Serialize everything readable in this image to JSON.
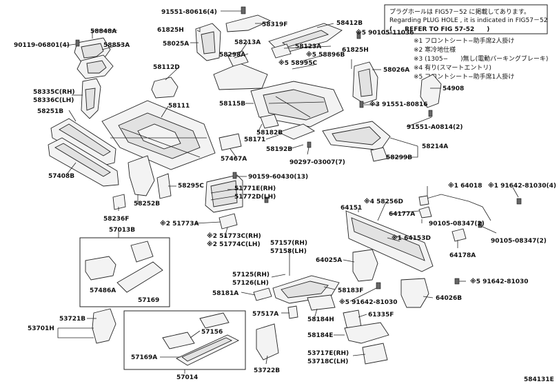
{
  "figure_code": "584131E",
  "notice": {
    "line1": "プラグホールは FIG57－52 に掲載してあります。",
    "line2": "Regarding PLUG HOLE , it is indicated in FIG57－52",
    "line3": "(　　REFER TO FIG 57-52　　)"
  },
  "legend": [
    "※1 フロントシート−助手席2人掛け",
    "※2 寒冷地仕様",
    "※3 (1305−　　)無し(電動パーキングブレーキ)",
    "※4 有り(スマートエントリ)",
    "※5 フロントシート−助手席1人掛け"
  ],
  "group_labels": {
    "box1": "57013B",
    "box2": "57014"
  },
  "parts": {
    "p58848A": "58848A",
    "p90119": "90119-06801(4)",
    "p58853A": "58853A",
    "p58335C": "58335C(RH)",
    "p58336C": "58336C(LH)",
    "p58251B": "58251B",
    "p57408B": "57408B",
    "p58236F": "58236F",
    "p58252B": "58252B",
    "p58295C": "58295C",
    "p91551_80616": "91551-80616(4)",
    "p61825H_a": "61825H",
    "p58025A": "58025A",
    "p58319F": "58319F",
    "p58213A": "58213A",
    "p58298A": "58298A",
    "p58112D": "58112D",
    "p58111": "58111",
    "p58412B": "58412B",
    "p90105_11036": "※5 90105-11036",
    "p58123A": "58123A",
    "p58896B": "※5 58896B",
    "p58995C": "※5 58995C",
    "p61825H_b": "61825H",
    "p58026A": "58026A",
    "p54908": "54908",
    "p58115B": "58115B",
    "p91551_80816": "※3 91551-80816",
    "p91551_A0814": "91551-A0814(2)",
    "p58182B": "58182B",
    "p58171": "58171",
    "p58192B": "58192B",
    "p90297": "90297-03007(7)",
    "p58214A": "58214A",
    "p58299B": "58299B",
    "p57467A": "57467A",
    "p90159": "90159-60430(13)",
    "p51771E": "51771E(RH)",
    "p51772D": "51772D(LH)",
    "p51773A": "※2 51773A",
    "p51773C": "※2 51773C(RH)",
    "p51774C": "※2 51774C(LH)",
    "p64018": "※1 64018",
    "p91642_81030a": "※1 91642-81030(4)",
    "p58256D": "※4 58256D",
    "p64151": "64151",
    "p64177A": "64177A",
    "p90105_08347a": "90105-08347(2)",
    "p90105_08347b": "90105-08347(2)",
    "p64153D": "※1 64153D",
    "p64178A": "64178A",
    "p57157": "57157(RH)",
    "p57158": "57158(LH)",
    "p64025A": "64025A",
    "p57486A": "57486A",
    "p57169a": "57169",
    "p57125": "57125(RH)",
    "p57126": "57126(LH)",
    "p58181A": "58181A",
    "p58183F": "58183F",
    "p91642_81030b": "※5 91642-81030",
    "p91642_81030c": "※5 91642-81030",
    "p64026B": "64026B",
    "p57517A": "57517A",
    "p58184H": "58184H",
    "p61335F": "61335F",
    "p53721B": "53721B",
    "p53701H": "53701H",
    "p57156": "57156",
    "p58184E": "58184E",
    "p57169A": "57169A",
    "p53722B": "53722B",
    "p53717E": "53717E(RH)",
    "p53718C": "53718C(LH)"
  }
}
